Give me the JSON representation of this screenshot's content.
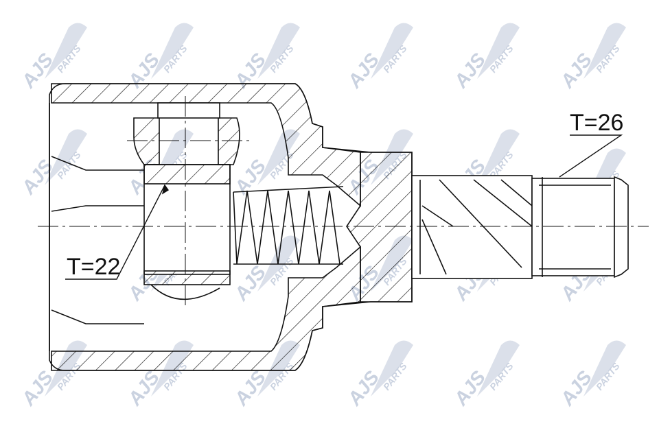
{
  "drawing": {
    "labels": {
      "inner_spline": "T=22",
      "outer_spline": "T=26"
    },
    "watermark": {
      "brand": "AJS",
      "suffix": "PARTS",
      "color": "#b9c3d6"
    },
    "line_color": "#111111"
  }
}
